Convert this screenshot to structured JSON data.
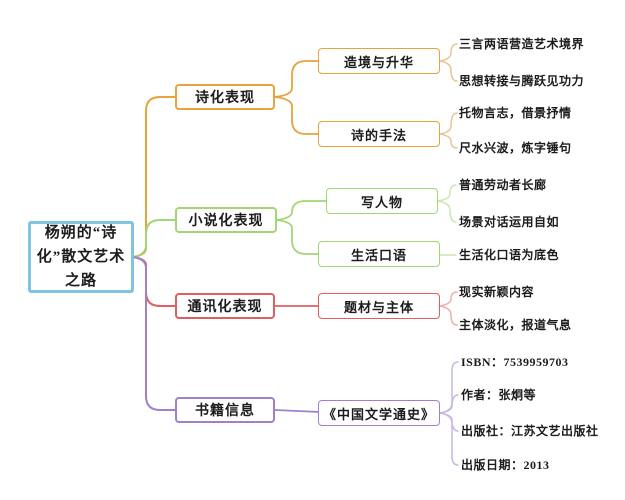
{
  "root": {
    "label": "杨朔的“诗化”散文艺术之路"
  },
  "branches": [
    {
      "label": "诗化表现",
      "color": "#e8a33c",
      "children": [
        {
          "label": "造境与升华",
          "leaves": [
            "三言两语营造艺术境界",
            "思想转接与腾跃见功力"
          ]
        },
        {
          "label": "诗的手法",
          "leaves": [
            "托物言志，借景抒情",
            "尺水兴波，炼字锤句"
          ]
        }
      ]
    },
    {
      "label": "小说化表现",
      "color": "#a2d674",
      "children": [
        {
          "label": "写人物",
          "leaves": [
            "普通劳动者长廊",
            "场景对话运用自如"
          ]
        },
        {
          "label": "生活口语",
          "leaves": [
            "生活化口语为底色"
          ]
        }
      ]
    },
    {
      "label": "通讯化表现",
      "color": "#e05e5e",
      "children": [
        {
          "label": "题材与主体",
          "leaves": [
            "现实新颖内容",
            "主体淡化，报道气息"
          ]
        }
      ]
    },
    {
      "label": "书籍信息",
      "color": "#a080cc",
      "children": [
        {
          "label": "《中国文学通史》",
          "leaves": [
            "ISBN：7539959703",
            "作者：张炯等",
            "出版社：江苏文艺出版社",
            "出版日期：2013"
          ]
        }
      ]
    }
  ],
  "colors": {
    "root_border": "#7fc4e0",
    "branch_orange": "#e8a33c",
    "branch_green": "#a2d674",
    "branch_red": "#e05e5e",
    "branch_purple": "#a080cc",
    "text": "#1c1c1c",
    "background": "#ffffff"
  }
}
